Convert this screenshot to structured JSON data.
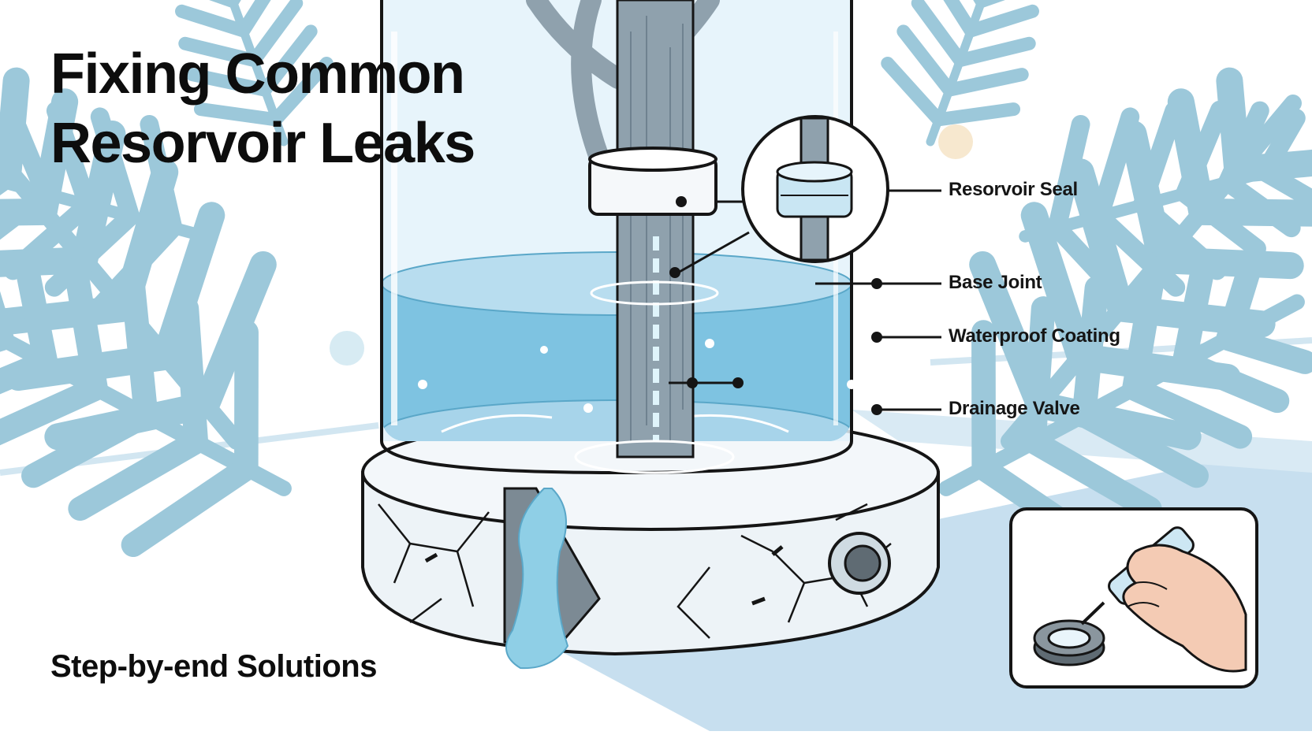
{
  "title": {
    "line1": "Fixing Common",
    "line2": "Resorvoir Leaks"
  },
  "subtitle": "Step-by-end Solutions",
  "callouts": [
    {
      "label": "Resorvoir Seal"
    },
    {
      "label": "Base Joint"
    },
    {
      "label": "Waterproof Coating"
    },
    {
      "label": "Drainage Valve"
    }
  ],
  "colors": {
    "background": "#ffffff",
    "pine": "#9cc8da",
    "floor": "#c7dfef",
    "water": "#7ec3e1",
    "water_light": "#b8ddef",
    "glass": "#e3f2fa",
    "trunk": "#8fa1ad",
    "concrete": "#edf3f7",
    "ink": "#151515",
    "skin": "#f4cbb4"
  },
  "icons": [
    "pine-branch-icon",
    "magnifier-inset-icon",
    "sealant-tube-icon",
    "gasket-ring-icon",
    "hand-icon"
  ]
}
